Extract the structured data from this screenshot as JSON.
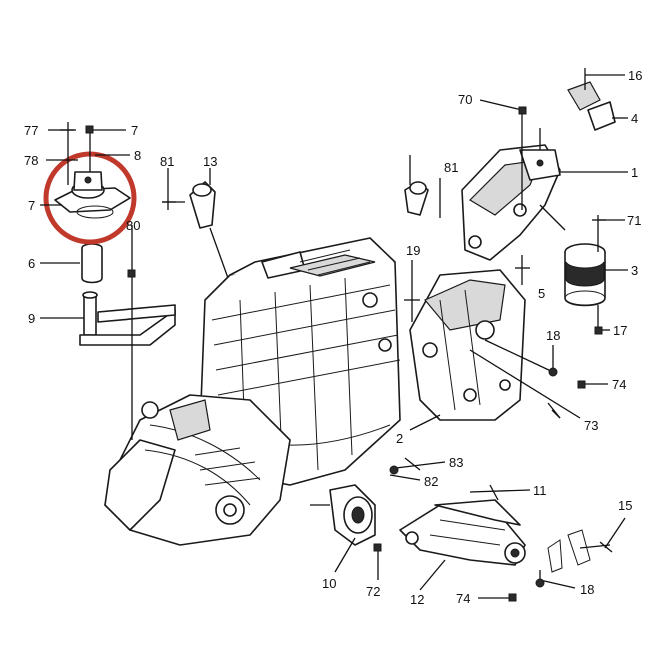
{
  "diagram": {
    "highlight_color": "#c0392b",
    "labels": {
      "l77": "77",
      "l7a": "7",
      "l78": "78",
      "l8": "8",
      "l7b": "7",
      "l81a": "81",
      "l13": "13",
      "l6": "6",
      "l80": "80",
      "l9": "9",
      "l70": "70",
      "l16": "16",
      "l4": "4",
      "l1": "1",
      "l81b": "81",
      "l71": "71",
      "l3": "3",
      "l19": "19",
      "l5": "5",
      "l17": "17",
      "l18a": "18",
      "l74a": "74",
      "l73": "73",
      "l2": "2",
      "l83": "83",
      "l82": "82",
      "l11": "11",
      "l15": "15",
      "l10": "10",
      "l72": "72",
      "l12": "12",
      "l74b": "74",
      "l18b": "18"
    },
    "icons": {
      "square": "square-marker-icon",
      "dot": "dot-marker-icon",
      "cross": "cross-marker-icon"
    }
  }
}
